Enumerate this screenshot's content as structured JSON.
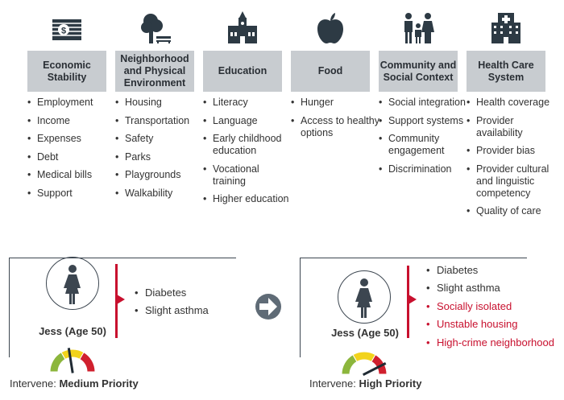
{
  "categories": [
    {
      "title": "Economic Stability",
      "icon": "money-stack-icon",
      "items": [
        "Employment",
        "Income",
        "Expenses",
        "Debt",
        "Medical bills",
        "Support"
      ]
    },
    {
      "title": "Neighborhood and Physical Environment",
      "icon": "tree-bench-icon",
      "items": [
        "Housing",
        "Transportation",
        "Safety",
        "Parks",
        "Playgrounds",
        "Walkability"
      ]
    },
    {
      "title": "Education",
      "icon": "school-building-icon",
      "items": [
        "Literacy",
        "Language",
        "Early childhood education",
        "Vocational training",
        "Higher education"
      ]
    },
    {
      "title": "Food",
      "icon": "apple-icon",
      "items": [
        "Hunger",
        "Access to healthy options"
      ]
    },
    {
      "title": "Community and Social Context",
      "icon": "family-icon",
      "items": [
        "Social integration",
        "Support systems",
        "Community engagement",
        "Discrimination"
      ]
    },
    {
      "title": "Health Care System",
      "icon": "hospital-icon",
      "items": [
        "Health coverage",
        "Provider availability",
        "Provider bias",
        "Provider cultural and linguistic competency",
        "Quality of care"
      ]
    }
  ],
  "before": {
    "name": "Jess (Age 50)",
    "conditions": [
      "Diabetes",
      "Slight asthma"
    ],
    "intervene_label": "Intervene:",
    "priority": "Medium Priority",
    "gauge_level": 0.45
  },
  "after": {
    "name": "Jess (Age 50)",
    "conditions": [
      "Diabetes",
      "Slight asthma"
    ],
    "risk_factors": [
      "Socially isolated",
      "Unstable housing",
      "High-crime neighborhood"
    ],
    "intervene_label": "Intervene:",
    "priority": "High Priority",
    "gauge_level": 0.85
  },
  "colors": {
    "header_box": "#c8ccd0",
    "icon": "#2d3a44",
    "risk": "#c8102e",
    "gauge_green": "#8cb63c",
    "gauge_yellow": "#f2d31b",
    "gauge_red": "#d0202e"
  }
}
